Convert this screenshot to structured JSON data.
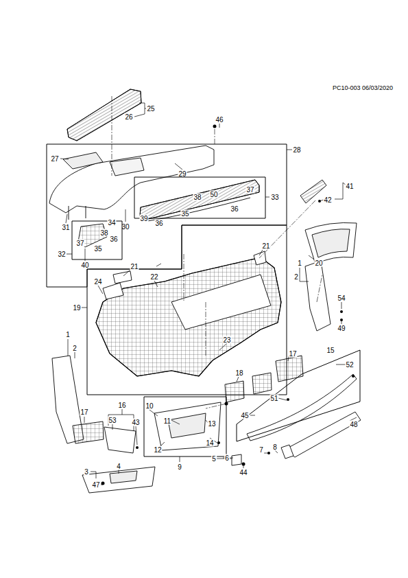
{
  "diagram": {
    "nodes": [
      {
        "text": [
          "28",
          "27",
          "29",
          "30",
          "31",
          "40"
        ]
      },
      {
        "text": [
          "33",
          "37",
          "50",
          "38",
          "36",
          "35",
          "39",
          "36"
        ],
        "in": 0
      },
      {
        "text": [
          "32",
          "34",
          "38",
          "36",
          "37",
          "35"
        ],
        "in": 0
      },
      {
        "text": [
          "21",
          "22",
          "21",
          "24",
          "19",
          "23"
        ]
      },
      {
        "text": [
          "15",
          "52",
          "51"
        ]
      },
      {
        "text": [
          "10",
          "11",
          "13",
          "14",
          "12",
          "9"
        ]
      }
    ],
    "labels": [
      "PC10-003 06/03/2020",
      "25",
      "26",
      "46",
      "41",
      "42",
      "20",
      "1",
      "2",
      "54",
      "49",
      "17",
      "18",
      "45",
      "48",
      "1",
      "2",
      "16",
      "53",
      "43",
      "17",
      "5",
      "6",
      "7",
      "8",
      "44",
      "3",
      "4",
      "47"
    ]
  }
}
